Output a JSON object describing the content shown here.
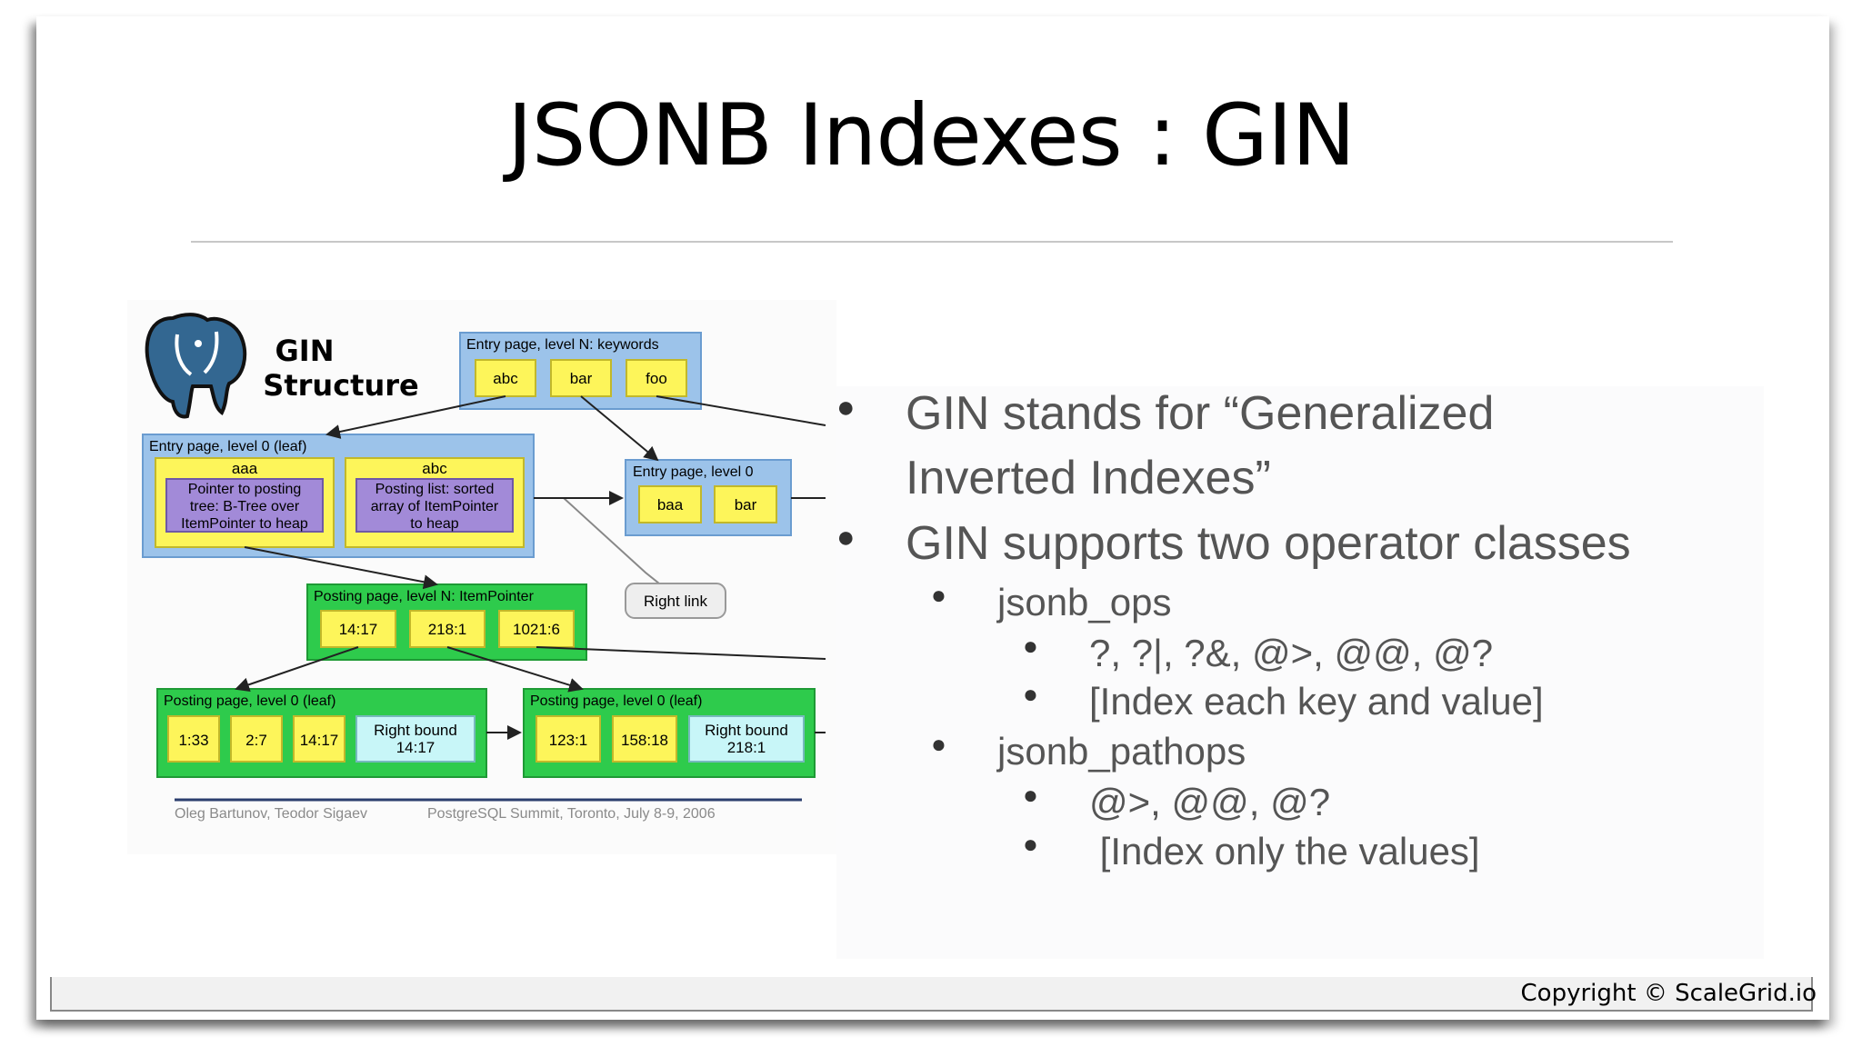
{
  "slide": {
    "title": "JSONB Indexes : GIN",
    "copyright": "Copyright © ScaleGrid.io"
  },
  "diagram": {
    "heading_line1": "GIN",
    "heading_line2": "Structure",
    "entry_top": {
      "label": "Entry page, level N: keywords",
      "keys": [
        "abc",
        "bar",
        "foo"
      ]
    },
    "entry_leaf": {
      "label": "Entry page, level 0 (leaf)",
      "left": {
        "key": "aaa",
        "note": [
          "Pointer to posting",
          "tree: B-Tree over",
          "ItemPointer to heap"
        ]
      },
      "right": {
        "key": "abc",
        "note": [
          "Posting list: sorted",
          "array of ItemPointer",
          "to heap"
        ]
      }
    },
    "entry_level0": {
      "label": "Entry page, level 0",
      "keys": [
        "baa",
        "bar"
      ]
    },
    "right_link": "Right link",
    "posting_top": {
      "label": "Posting page, level N: ItemPointer",
      "keys": [
        "14:17",
        "218:1",
        "1021:6"
      ]
    },
    "posting_leaf_a": {
      "label": "Posting page, level 0 (leaf)",
      "keys": [
        "1:33",
        "2:7",
        "14:17"
      ],
      "bound": [
        "Right bound",
        "14:17"
      ]
    },
    "posting_leaf_b": {
      "label": "Posting page, level 0 (leaf)",
      "keys": [
        "123:1",
        "158:18"
      ],
      "bound": [
        "Right bound",
        "218:1"
      ]
    },
    "credit_authors": "Oleg Bartunov, Teodor Sigaev",
    "credit_event": "PostgreSQL Summit, Toronto, July 8-9, 2006"
  },
  "bullets": [
    {
      "level": 1,
      "text": "GIN stands for “Generalized"
    },
    {
      "level": 0,
      "text": "Inverted Indexes”"
    },
    {
      "level": 1,
      "text": "GIN supports two operator classes"
    },
    {
      "level": 2,
      "text": "jsonb_ops"
    },
    {
      "level": 3,
      "text": "?, ?|, ?&, @>, @@, @?"
    },
    {
      "level": 3,
      "text": "[Index each key and value]"
    },
    {
      "level": 2,
      "text": "jsonb_pathops"
    },
    {
      "level": 3,
      "text": "@>, @@, @?"
    },
    {
      "level": 3,
      "text": " [Index only the values]"
    }
  ],
  "colors": {
    "entry_blue": "#9cc3ea",
    "key_yellow": "#fdf55a",
    "note_purple": "#a28ad8",
    "posting_green": "#2ecb4c",
    "bound_cyan": "#c8f6f8"
  },
  "icons": [
    "postgresql-elephant-icon"
  ]
}
